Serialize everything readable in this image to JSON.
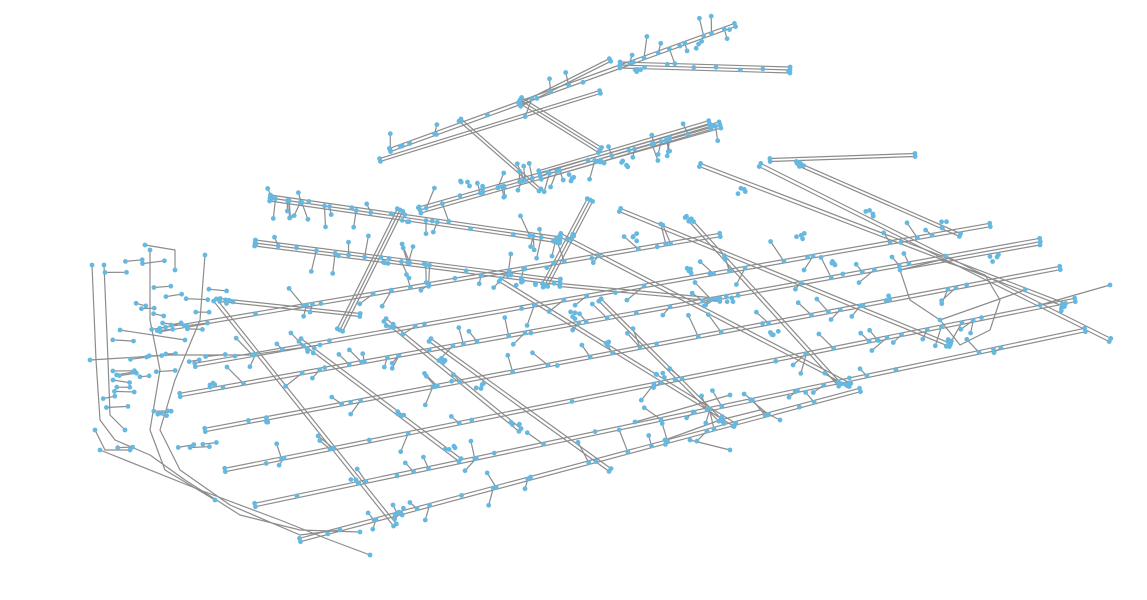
{
  "map": {
    "type": "street-network-graph",
    "projection": "oblique-perspective",
    "background_color": "#ffffff",
    "edge_color": "#8c8c8c",
    "node_color": "#66b8e0",
    "labels": "none",
    "legend": "none",
    "elements": [
      "streets-as-edges",
      "intersections-as-nodes"
    ]
  }
}
